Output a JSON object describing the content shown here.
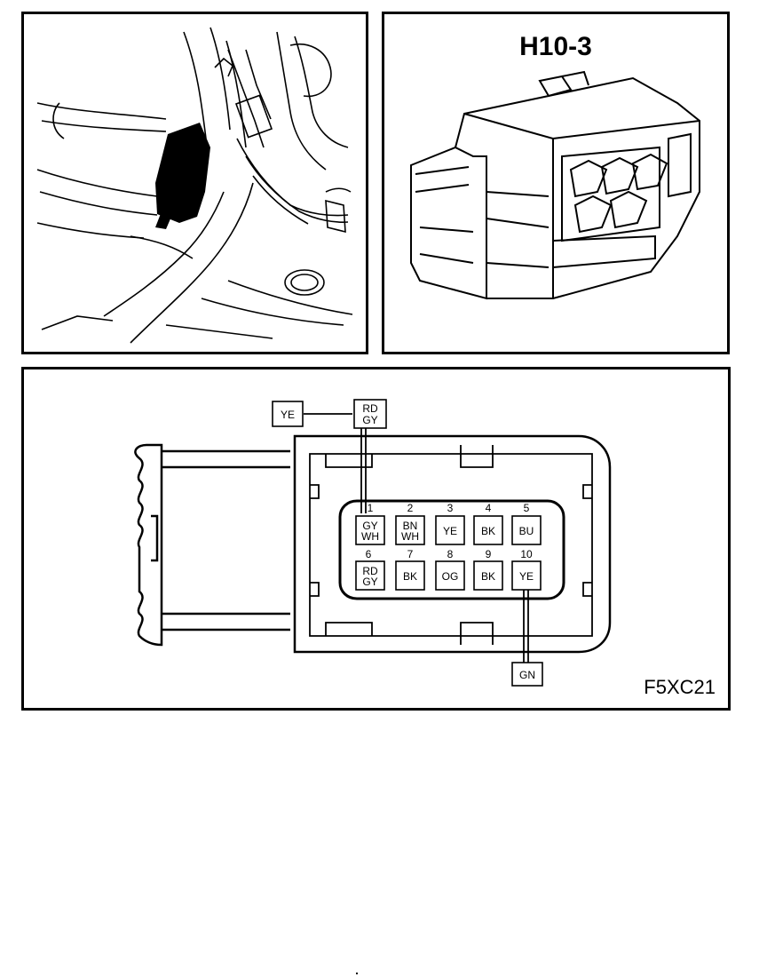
{
  "connector": {
    "id": "H10-3",
    "figure_code": "F5XC21"
  },
  "wires": {
    "pin1_top_label": "RD\nGY",
    "pin1_branch_label": "YE",
    "pin10_bottom_label": "GN"
  },
  "pins": [
    {
      "number": "1",
      "color": "GY\nWH"
    },
    {
      "number": "2",
      "color": "BN\nWH"
    },
    {
      "number": "3",
      "color": "YE"
    },
    {
      "number": "4",
      "color": "BK"
    },
    {
      "number": "5",
      "color": "BU"
    },
    {
      "number": "6",
      "color": "RD\nGY"
    },
    {
      "number": "7",
      "color": "BK"
    },
    {
      "number": "8",
      "color": "OG"
    },
    {
      "number": "9",
      "color": "BK"
    },
    {
      "number": "10",
      "color": "YE"
    }
  ]
}
